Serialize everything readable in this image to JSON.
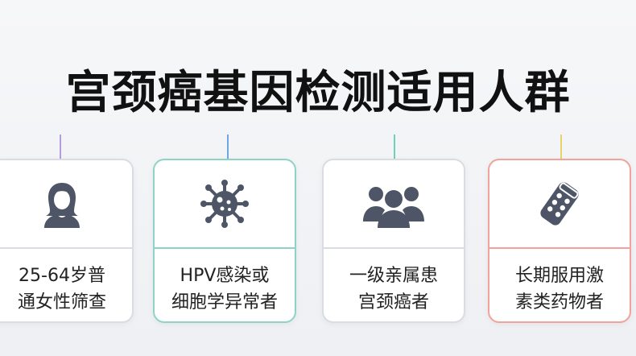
{
  "title": "宫颈癌基因检测适用人群",
  "cards": [
    {
      "label": "25-64岁普\n通女性筛查",
      "icon": "woman-icon",
      "border": "#d9dce2",
      "divider": "#d9dce2"
    },
    {
      "label": "HPV感染或\n细胞学异常者",
      "icon": "virus-icon",
      "border": "#8fd3c6",
      "divider": "#8fd3c6"
    },
    {
      "label": "一级亲属患\n宫颈癌者",
      "icon": "family-icon",
      "border": "#d9dce2",
      "divider": "#d9dce2"
    },
    {
      "label": "长期服用激\n素类药物者",
      "icon": "pill-box-icon",
      "border": "#f0a29b",
      "divider": "#f0a29b"
    }
  ],
  "connector_colors": [
    "#b59be0",
    "#6fa6e8",
    "#6fd0b5",
    "#e8d36a"
  ]
}
